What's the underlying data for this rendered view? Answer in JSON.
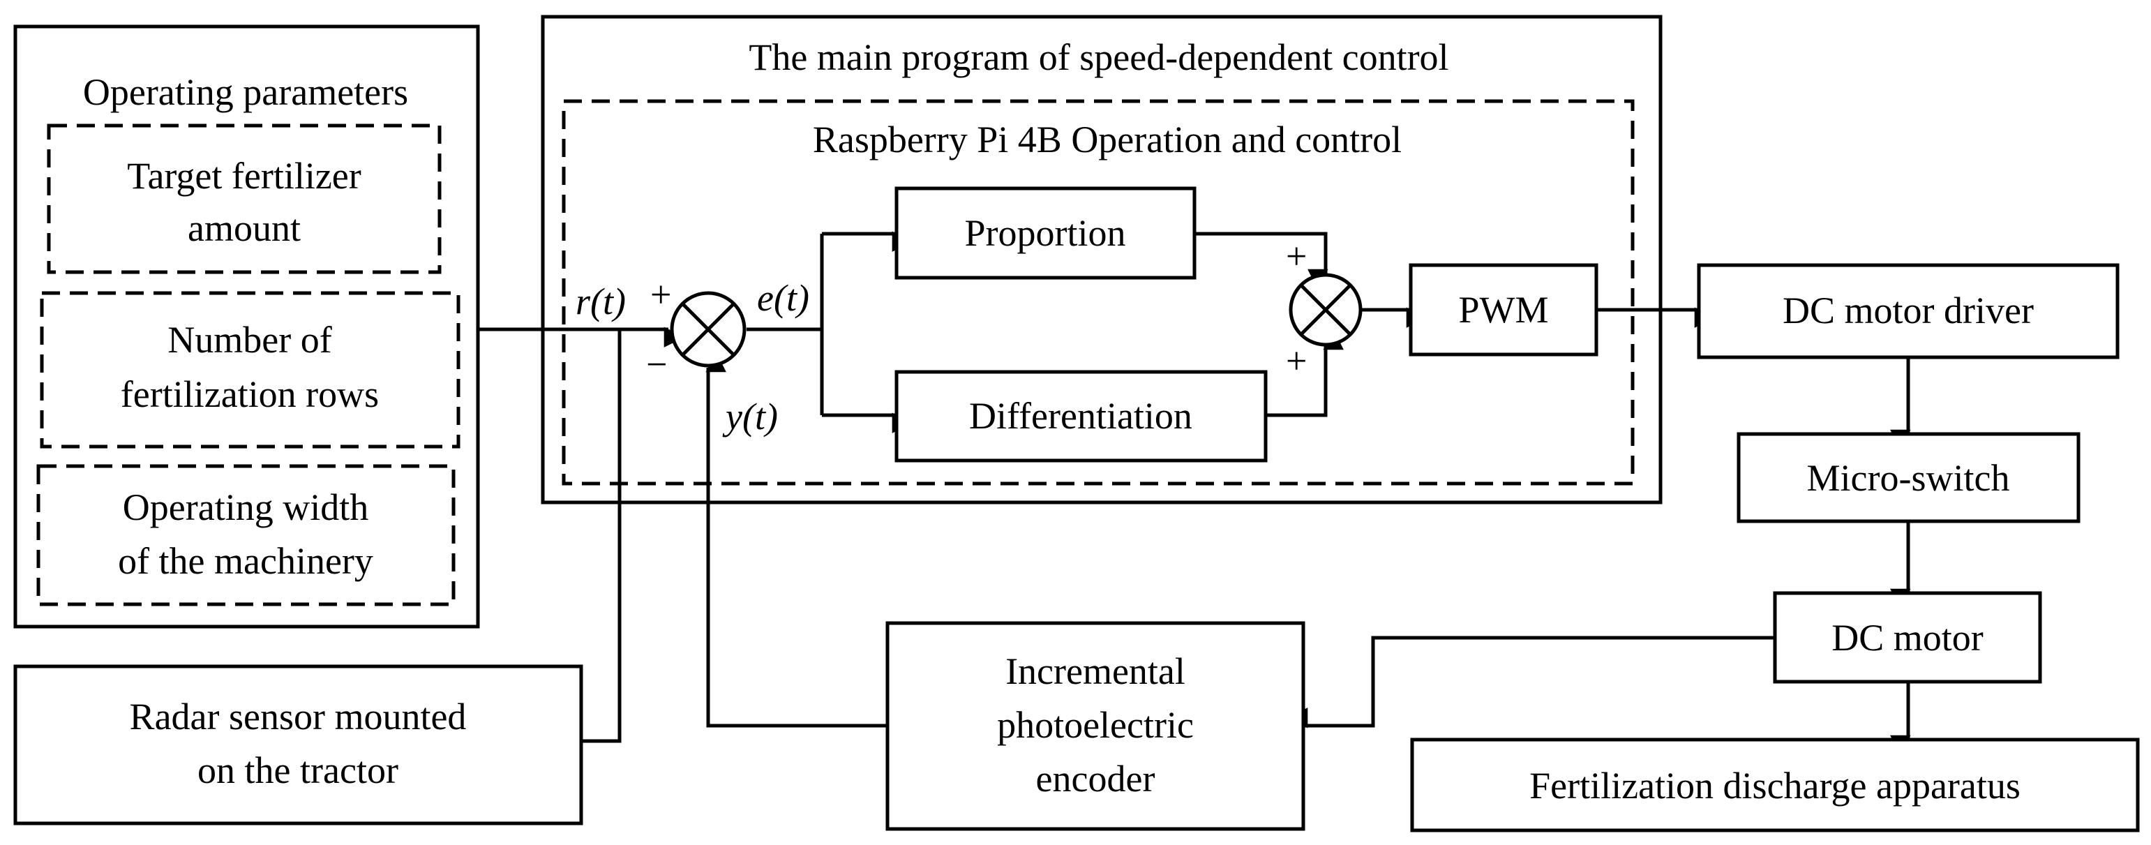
{
  "main_program": {
    "title": "The main program of speed-dependent control",
    "controller_title": "Raspberry Pi 4B  Operation and control"
  },
  "operating_parameters": {
    "title": "Operating parameters",
    "items": [
      [
        "Target fertilizer",
        "amount"
      ],
      [
        "Number of",
        "fertilization rows"
      ],
      [
        "Operating width",
        "of the machinery"
      ]
    ]
  },
  "blocks": {
    "proportion": "Proportion",
    "differentiation": "Differentiation",
    "pwm": "PWM",
    "motor_driver": "DC motor driver",
    "micro_switch": "Micro-switch",
    "dc_motor": "DC motor",
    "discharge": "Fertilization discharge apparatus",
    "radar": [
      "Radar sensor mounted",
      "on the tractor"
    ],
    "encoder": [
      "Incremental",
      "photoelectric",
      "encoder"
    ]
  },
  "signals": {
    "r": "r(t)",
    "e": "e(t)",
    "y": "y(t)",
    "plus": "+",
    "minus": "−"
  },
  "icons": [
    "summing-junction-icon",
    "arrowhead-icon"
  ]
}
